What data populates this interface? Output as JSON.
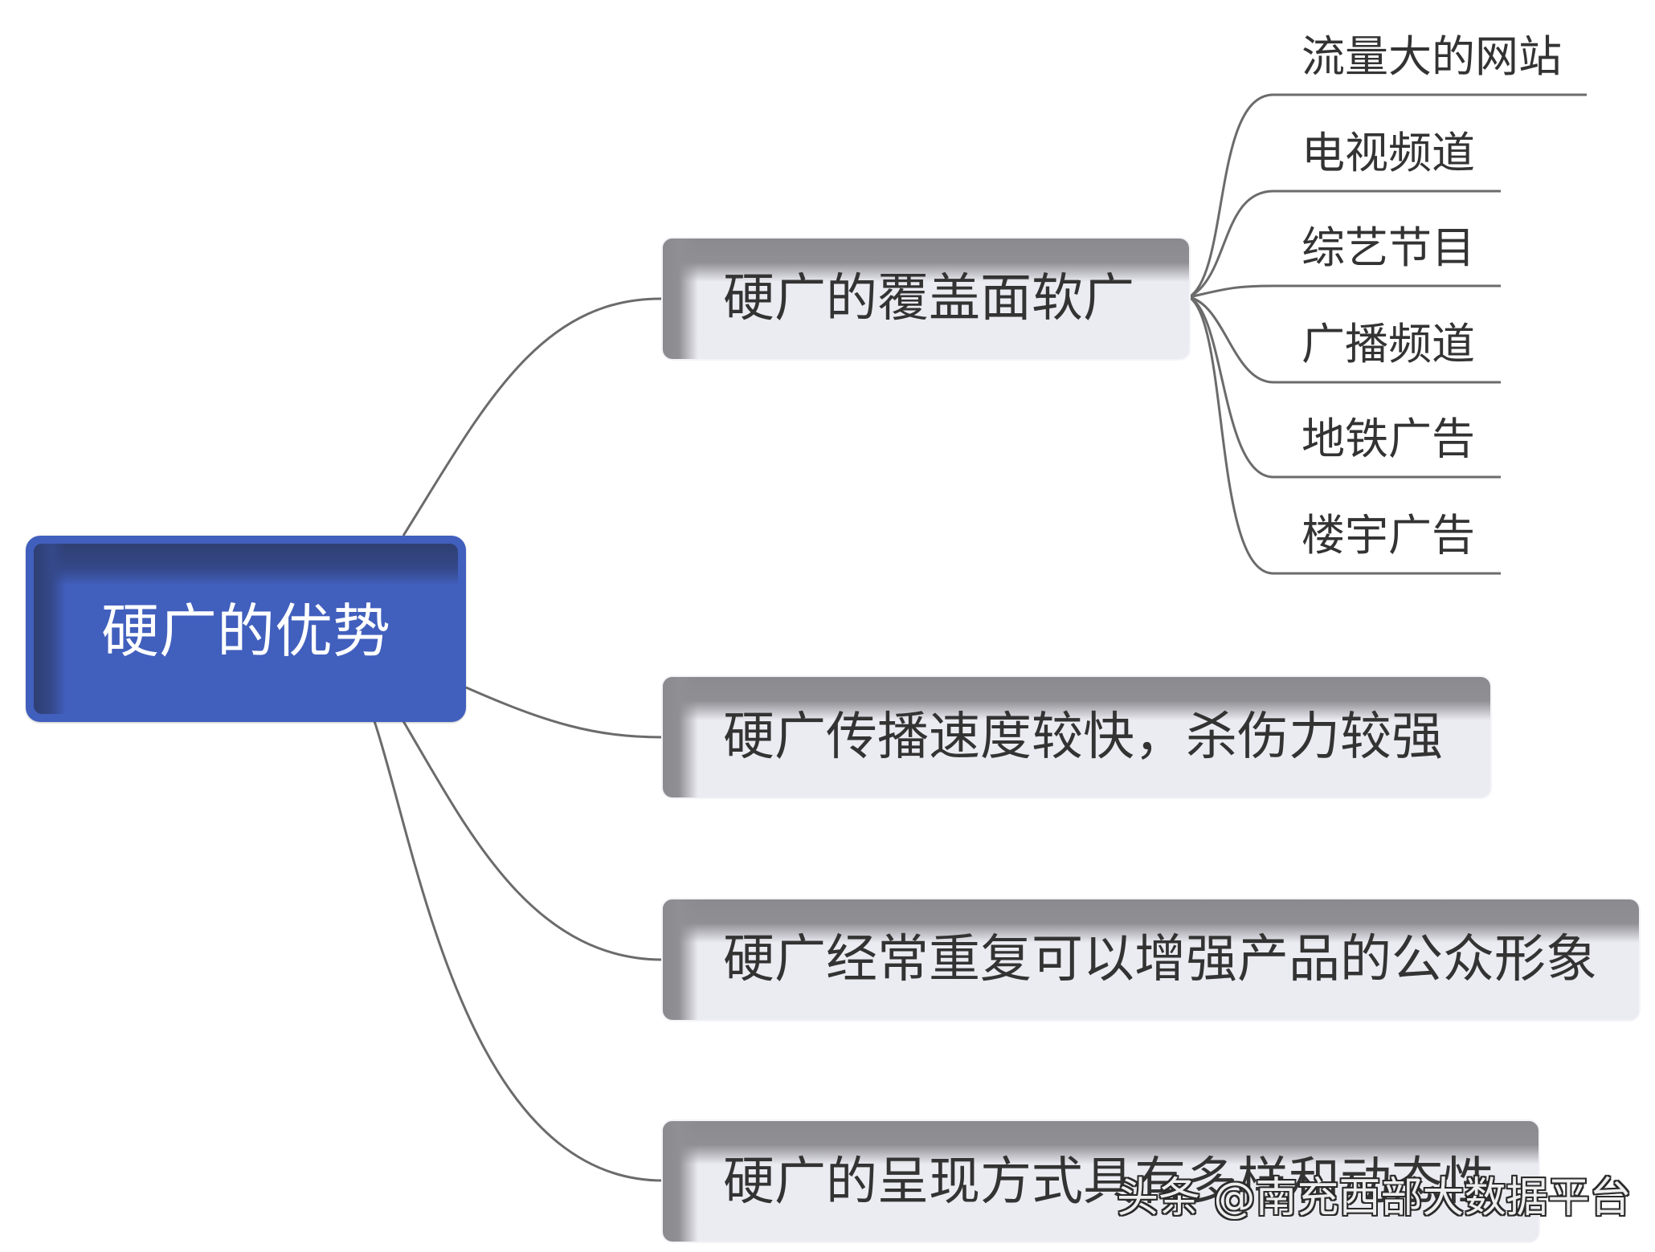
{
  "mindmap": {
    "root": {
      "label": "硬广的优势"
    },
    "branches": [
      {
        "label": "硬广的覆盖面软广",
        "children": [
          "流量大的网站",
          "电视频道",
          "综艺节目",
          "广播频道",
          "地铁广告",
          "楼宇广告"
        ]
      },
      {
        "label": "硬广传播速度较快，杀伤力较强",
        "children": []
      },
      {
        "label": "硬广经常重复可以增强产品的公众形象",
        "children": []
      },
      {
        "label": "硬广的呈现方式具有多样和动态性",
        "children": []
      }
    ]
  },
  "watermark": {
    "text": "头条 @南充西部大数据平台"
  },
  "colors": {
    "root_fill": "#415fbd",
    "root_shade": "#2f3f72",
    "branch_fill": "#ebebf2",
    "branch_shade": "#8a8a8f",
    "connector": "#6b6b6b",
    "text": "#333333"
  }
}
